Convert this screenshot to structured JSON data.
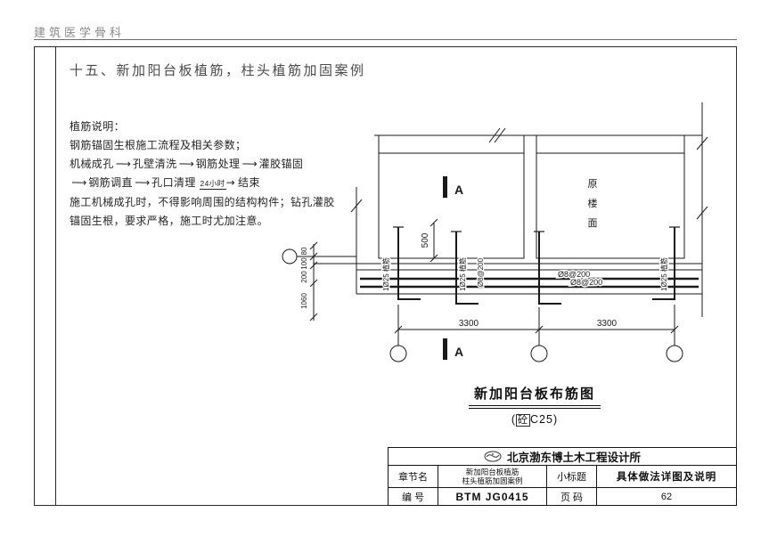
{
  "colors": {
    "ink": "#1a1a1a",
    "paper": "#ffffff",
    "muted_header": "#8a8a8a"
  },
  "header": {
    "running_title": "建筑医学骨科"
  },
  "page": {
    "section_title": "十五、新加阳台板植筋，柱头植筋加固案例"
  },
  "notes": {
    "title": "植筋说明：",
    "intro": "钢筋锚固生根施工流程及相关参数；",
    "flow1": {
      "step1": "机械成孔",
      "step2": "孔壁清洗",
      "step3": "钢筋处理",
      "step4": "灌胶锚固",
      "arrow": "─→"
    },
    "flow2": {
      "arrow": "─→",
      "step1": "钢筋调直",
      "step2": "孔口清理",
      "timer": "24小时",
      "arrow_end": "→",
      "step3": "结束"
    },
    "body1": "施工机械成孔时，不得影响周围的结构构件；钻孔灌胶",
    "body2": "锚固生根，要求严格，施工时尤加注意。"
  },
  "drawing": {
    "floor": {
      "c1": "原",
      "c2": "楼",
      "c3": "面"
    },
    "section_top": "A",
    "section_bottom": "A",
    "dims": {
      "d500": "500",
      "d80": "80",
      "d100": "100",
      "d200": "200",
      "d1060": "1060",
      "d3300a": "3300",
      "d3300b": "3300"
    },
    "rebars": {
      "r1": "1Ø25 植筋",
      "r2": "1Ø25 植筋",
      "r3": "1Ø25 植筋",
      "r8v": "Ø8@200",
      "r8h1": "Ø8@200",
      "r8h2": "Ø8@200"
    },
    "caption": "新加阳台板布筋图",
    "caption_sub_open": "(",
    "caption_sub_box": "砼",
    "caption_sub_rest": "C25)"
  },
  "title_block": {
    "company": "北京渤东博土木工程设计所",
    "chapter_label": "章节名",
    "chapter_value_line1": "新加阳台板植筋",
    "chapter_value_line2": "柱头植筋加固案例",
    "subtitle_label": "小标题",
    "subtitle_value": "具体做法详图及说明",
    "number_label": "编  号",
    "number_value": "BTM JG0415",
    "pagenum_label": "页  码",
    "pagenum_value": "62"
  }
}
